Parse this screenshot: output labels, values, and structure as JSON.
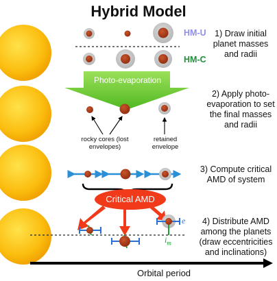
{
  "title": "Hybrid Model",
  "labels": {
    "hm_u": "HM-U",
    "hm_c": "HM-C",
    "photo_evaporation": "Photo-evaporation",
    "critical_amd": "Critical AMD",
    "rocky_cores": "rocky cores (lost envelopes)",
    "retained_envelope": "retained envelope",
    "eccentricity_symbol": "e",
    "inclination_symbol": "i",
    "inclination_subscript": "m",
    "x_axis": "Orbital period"
  },
  "steps": [
    {
      "text": "1) Draw initial planet masses and radii"
    },
    {
      "text": "2) Apply photo-evaporation to set the final masses and radii"
    },
    {
      "text": "3) Compute critical AMD of system"
    },
    {
      "text": "4) Distribute AMD among the planets (draw eccentricities and inclinations)"
    }
  ],
  "colors": {
    "star_core": "#ffd21a",
    "star_edge": "#f0a000",
    "planet_core": "#a83a1a",
    "envelope": "#c8c8c8",
    "hm_u": "#8f8fe6",
    "hm_c": "#1f8f3a",
    "arrow_green": "#66cc33",
    "amd_red": "#f03a1a",
    "error_bar_blue": "#2a6fd6",
    "inclination_green": "#1a9f3a"
  }
}
